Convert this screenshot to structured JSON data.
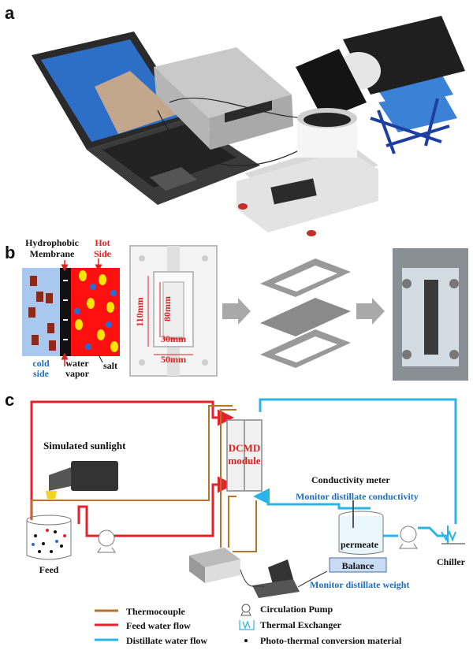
{
  "panel_a": {
    "label": "a"
  },
  "panel_b": {
    "label": "b",
    "hydrophobic_membrane": "Hydrophobic Membrane",
    "hydrophobic_line1": "Hydrophobic",
    "membrane_line2": "Membrane",
    "hot_side": "Hot Side",
    "hot_line1": "Hot",
    "hot_line2": "Side",
    "cold_side": "cold side",
    "cold_line1": "cold",
    "cold_line2": "side",
    "water_vapor": "water vapor",
    "water_line1": "water",
    "water_line2": "vapor",
    "salt": "salt",
    "dim_110": "110mm",
    "dim_80": "80mm",
    "dim_30": "30mm",
    "dim_50": "50mm"
  },
  "panel_c": {
    "label": "c",
    "simulated_sunlight": "Simulated sunlight",
    "dcmd_module": "DCMD module",
    "dcmd_line1": "DCMD",
    "dcmd_line2": "module",
    "conductivity_meter": "Conductivity meter",
    "monitor_conductivity": "Monitor distillate conductivity",
    "permeate": "permeate",
    "balance": "Balance",
    "monitor_weight": "Monitor distillate weight",
    "chiller": "Chiller",
    "feed": "Feed"
  },
  "legend": {
    "thermocouple": "Thermocouple",
    "feed_water_flow": "Feed water flow",
    "distillate_water_flow": "Distillate water flow",
    "circulation_pump": "Circulation Pump",
    "thermal_exchanger": "Thermal Exchanger",
    "photo_thermal": "Photo-thermal conversion material"
  },
  "colors": {
    "thermocouple": "#b8732a",
    "feed": "#e8202a",
    "distillate": "#2ab4e8",
    "label_blue": "#1f6fbf",
    "label_red": "#e01f1f"
  }
}
